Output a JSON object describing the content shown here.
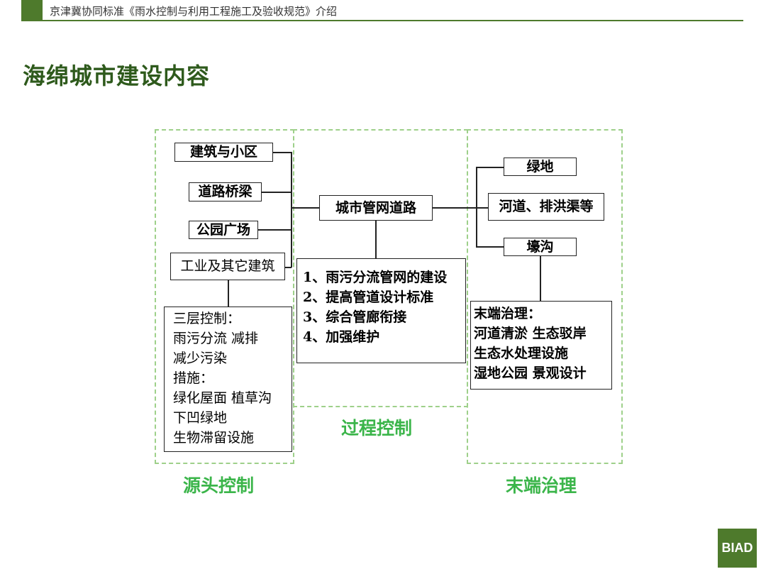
{
  "header": {
    "text": "京津冀协同标准《雨水控制与利用工程施工及验收规范》介绍"
  },
  "page_title": "海绵城市建设内容",
  "source_zone": {
    "label": "源头控制",
    "items": [
      "建筑与小区",
      "道路桥梁",
      "公园广场",
      "工业及其它建筑"
    ],
    "details": [
      "三层控制：",
      "雨污分流  减排",
      "减少污染",
      "措施：",
      "绿化屋面  植草沟",
      "下凹绿地",
      "生物滞留设施"
    ]
  },
  "process_zone": {
    "label": "过程控制",
    "center": "城市管网道路",
    "details": [
      "1、雨污分流管网的建设",
      "2、提高管道设计标准",
      "3、综合管廊衔接",
      "4、加强维护"
    ]
  },
  "end_zone": {
    "label": "末端治理",
    "items": [
      "绿地",
      "河道、排洪渠等",
      "壕沟"
    ],
    "details": [
      "末端治理：",
      "河道清淤  生态驳岸",
      "生态水处理设施",
      "湿地公园  景观设计"
    ]
  },
  "logo": {
    "text": "BIAD",
    "color": "#4e7a2c"
  },
  "colors": {
    "accent": "#4e7a2c",
    "zone_border": "#9ed08a",
    "zone_label": "#3bb54a"
  }
}
